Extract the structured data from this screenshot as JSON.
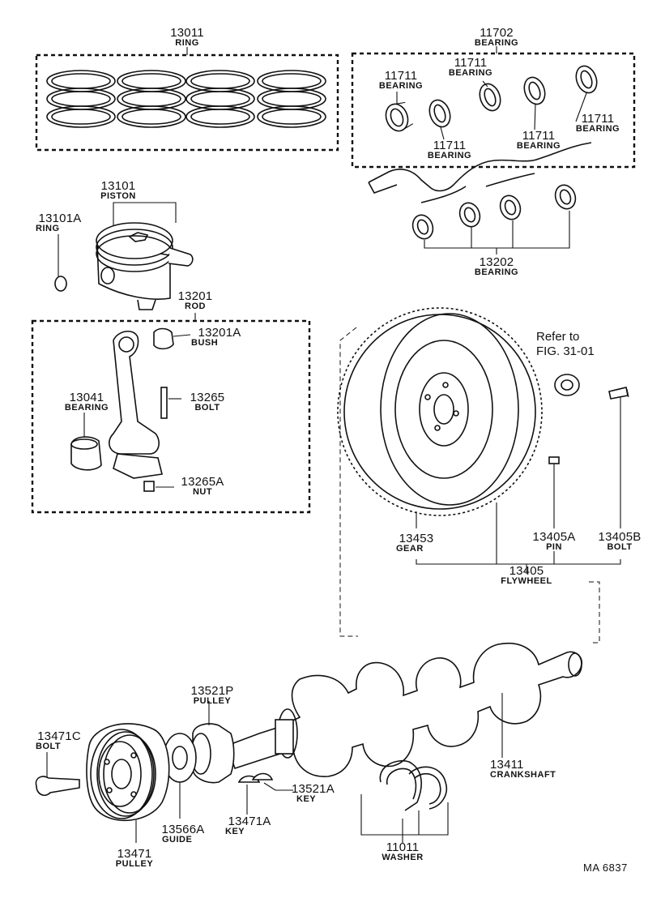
{
  "figure_code": "MA 6837",
  "reference": {
    "line1": "Refer to",
    "line2": "FIG. 31-01"
  },
  "parts": {
    "ring_set": {
      "number": "13011",
      "name": "RING"
    },
    "bearing_set": {
      "number": "11702",
      "name": "BEARING"
    },
    "main_bearing_a": {
      "number": "11711",
      "name": "BEARING"
    },
    "main_bearing_b": {
      "number": "11711",
      "name": "BEARING"
    },
    "main_bearing_c": {
      "number": "11711",
      "name": "BEARING"
    },
    "main_bearing_d": {
      "number": "11711",
      "name": "BEARING"
    },
    "piston": {
      "number": "13101",
      "name": "PISTON"
    },
    "piston_ring": {
      "number": "13101A",
      "name": "RING"
    },
    "lower_bearing": {
      "number": "13202",
      "name": "BEARING"
    },
    "rod": {
      "number": "13201",
      "name": "ROD"
    },
    "bush": {
      "number": "13201A",
      "name": "BUSH"
    },
    "rod_bearing": {
      "number": "13041",
      "name": "BEARING"
    },
    "rod_bolt": {
      "number": "13265",
      "name": "BOLT"
    },
    "rod_nut": {
      "number": "13265A",
      "name": "NUT"
    },
    "gear": {
      "number": "13453",
      "name": "GEAR"
    },
    "flywheel_pin": {
      "number": "13405A",
      "name": "PIN"
    },
    "flywheel_bolt": {
      "number": "13405B",
      "name": "BOLT"
    },
    "flywheel": {
      "number": "13405",
      "name": "FLYWHEEL"
    },
    "crank_pulley": {
      "number": "13521P",
      "name": "PULLEY"
    },
    "pulley_bolt": {
      "number": "13471C",
      "name": "BOLT"
    },
    "crankshaft": {
      "number": "13411",
      "name": "CRANKSHAFT"
    },
    "key_13521a": {
      "number": "13521A",
      "name": "KEY"
    },
    "guide": {
      "number": "13566A",
      "name": "GUIDE"
    },
    "key_13471a": {
      "number": "13471A",
      "name": "KEY"
    },
    "pulley": {
      "number": "13471",
      "name": "PULLEY"
    },
    "washer": {
      "number": "11011",
      "name": "WASHER"
    }
  }
}
